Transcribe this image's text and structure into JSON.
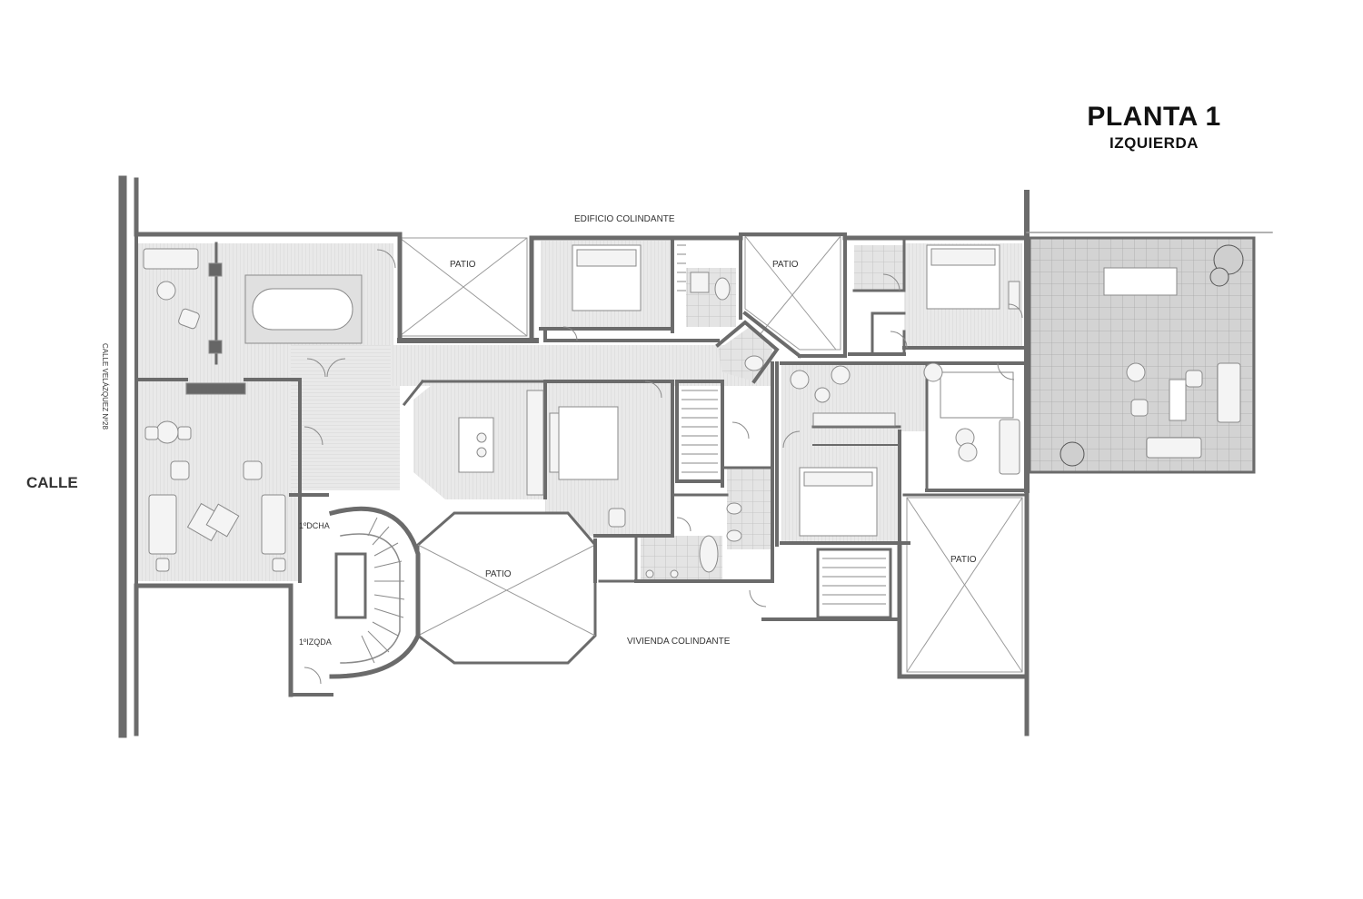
{
  "title": {
    "main": "PLANTA 1",
    "sub": "IZQUIERDA"
  },
  "labels": {
    "calle": "CALLE",
    "calle_vertical": "CALLE VELÁZQUEZ Nº28",
    "edificio_colindante": "EDIFICIO COLINDANTE",
    "vivienda_colindante": "VIVIENDA COLINDANTE",
    "patio_1": "PATIO",
    "patio_2": "PATIO",
    "patio_3": "PATIO",
    "patio_4": "PATIO",
    "dcha": "1ºDCHA",
    "izqda": "1ºIZQDA"
  },
  "colors": {
    "wall": "#6b6b6b",
    "floor": "#e6e6e6",
    "terrace": "#d4d4d4",
    "line": "#8a8a8a"
  }
}
